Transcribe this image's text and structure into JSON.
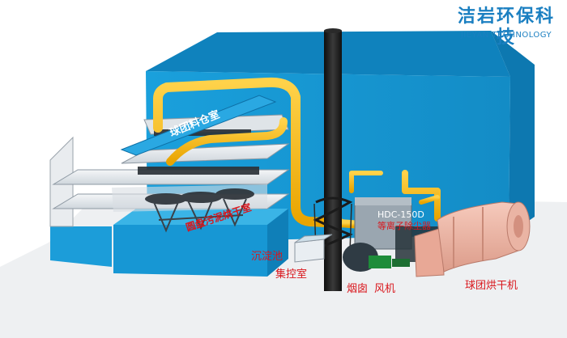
{
  "logo": {
    "cn": "洁岩环保科技",
    "en": "JIEYAN TECHNOLOGY"
  },
  "labels": {
    "pellet_bin": "球团料仓室",
    "sludge_dryer": "圆盘污泥烘干室",
    "hdc_model": "HDC-150D",
    "hdc_name": "等离子除尘器",
    "settling_tank": "沉淀池",
    "control_room": "集控室",
    "chimney": "烟囱",
    "fan": "风机",
    "pellet_dryer": "球团烘干机"
  },
  "colors": {
    "building_blue": "#1a9ad6",
    "pipe_yellow": "#f5b800",
    "chimney_black": "#1c1c1c",
    "dryer_pink": "#f0b8a8",
    "label_red": "#d9161c",
    "logo_blue": "#1a7fc1"
  }
}
